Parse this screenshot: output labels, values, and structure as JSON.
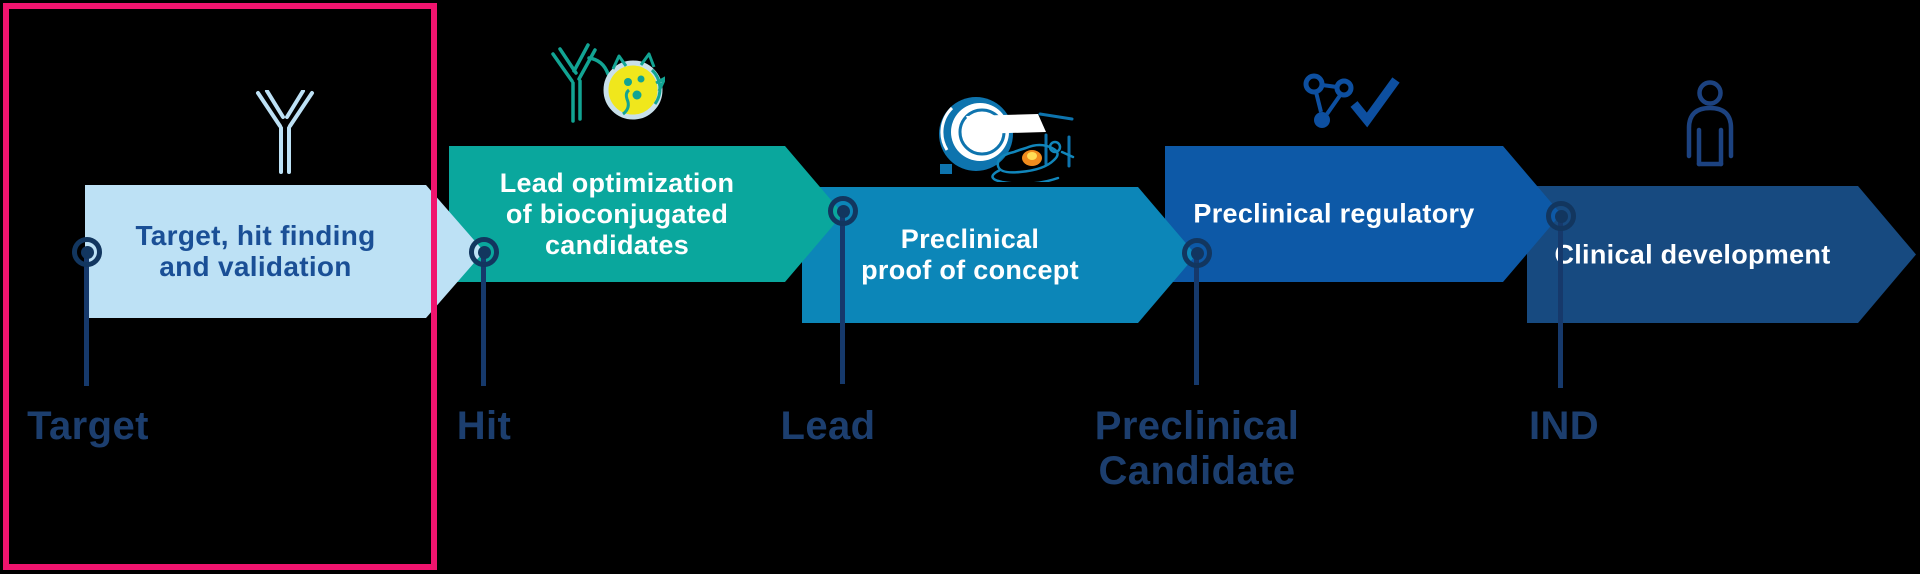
{
  "diagram": {
    "description": "Drug development pipeline",
    "highlight_color": "#f0146e",
    "marker_color": "#12365f",
    "milestone_label_color": "#1c3e6e",
    "stages": [
      {
        "label": "Target, hit finding\nand validation",
        "color": "#bde1f5",
        "text_color": "#1a4f96",
        "icon": "antibody-icon",
        "highlighted": true
      },
      {
        "label": "Lead optimization\nof bioconjugated\ncandidates",
        "color": "#0aa79d",
        "text_color": "#ffffff",
        "icon": "antibody-conjugate-cell-icon",
        "highlighted": false
      },
      {
        "label": "Preclinical\nproof of concept",
        "color": "#0c86b8",
        "text_color": "#ffffff",
        "icon": "mri-scanner-mouse-icon",
        "highlighted": false
      },
      {
        "label": "Preclinical regulatory",
        "color": "#0d59a7",
        "text_color": "#ffffff",
        "icon": "molecule-checkmark-icon",
        "highlighted": false
      },
      {
        "label": "Clinical development",
        "color": "#174a80",
        "text_color": "#ffffff",
        "icon": "person-icon",
        "highlighted": false
      }
    ],
    "milestones": [
      {
        "label": "Target"
      },
      {
        "label": "Hit"
      },
      {
        "label": "Lead"
      },
      {
        "label": "Preclinical\nCandidate"
      },
      {
        "label": "IND"
      }
    ]
  }
}
